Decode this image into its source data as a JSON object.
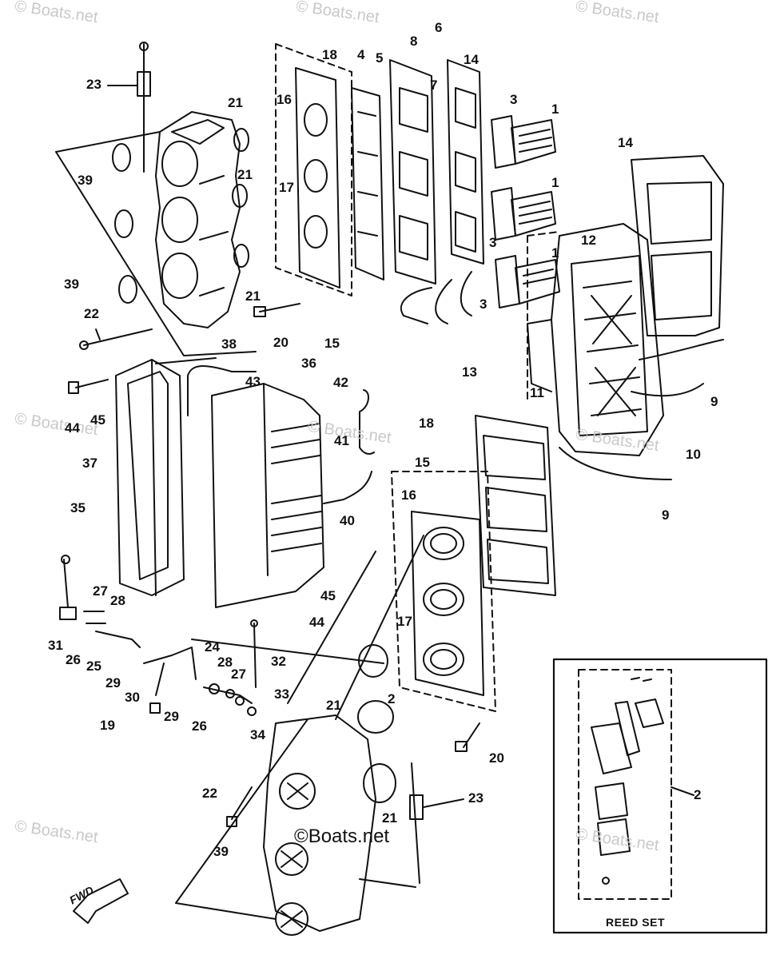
{
  "watermark": {
    "text": "Boats.net",
    "copyright_symbol": "©"
  },
  "inset": {
    "label": "REED SET"
  },
  "fwd_label": "FWD",
  "callouts": {
    "c1a": "1",
    "c1b": "1",
    "c1c": "1",
    "c2a": "2",
    "c2b": "2",
    "c3a": "3",
    "c3b": "3",
    "c3c": "3",
    "c4": "4",
    "c5": "5",
    "c6": "6",
    "c7": "7",
    "c8": "8",
    "c9a": "9",
    "c9b": "9",
    "c10": "10",
    "c11": "11",
    "c12": "12",
    "c13": "13",
    "c14a": "14",
    "c14b": "14",
    "c15a": "15",
    "c15b": "15",
    "c16a": "16",
    "c16b": "16",
    "c17a": "17",
    "c17b": "17",
    "c18a": "18",
    "c18b": "18",
    "c19": "19",
    "c20a": "20",
    "c20b": "20",
    "c21a": "21",
    "c21b": "21",
    "c21c": "21",
    "c21d": "21",
    "c21e": "21",
    "c22a": "22",
    "c22b": "22",
    "c23a": "23",
    "c23b": "23",
    "c24": "24",
    "c25": "25",
    "c26a": "26",
    "c26b": "26",
    "c27a": "27",
    "c27b": "27",
    "c28a": "28",
    "c28b": "28",
    "c29a": "29",
    "c29b": "29",
    "c30": "30",
    "c31": "31",
    "c32": "32",
    "c33": "33",
    "c34": "34",
    "c35": "35",
    "c36": "36",
    "c37": "37",
    "c38": "38",
    "c39a": "39",
    "c39b": "39",
    "c39c": "39",
    "c40": "40",
    "c41": "41",
    "c42": "42",
    "c43": "43",
    "c44a": "44",
    "c44b": "44",
    "c45a": "45",
    "c45b": "45"
  }
}
